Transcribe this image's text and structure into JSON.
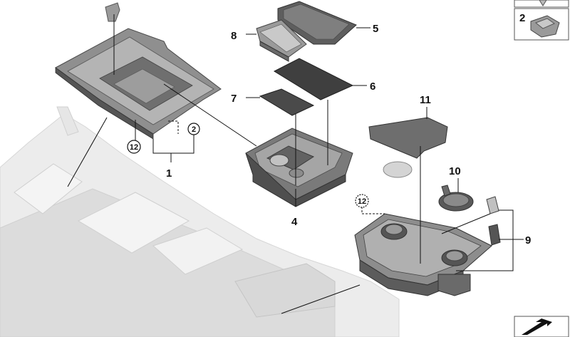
{
  "callouts": {
    "c1": "1",
    "c2_top": "2",
    "c2_left": "2",
    "c4": "4",
    "c5": "5",
    "c6": "6",
    "c7": "7",
    "c8": "8",
    "c9": "9",
    "c10": "10",
    "c11": "11",
    "c12_left": "12",
    "c12_right": "12"
  },
  "colors": {
    "part_dark": "#5e5e5e",
    "part_mid": "#8a8a8a",
    "part_light": "#bdbdbd",
    "console_ghost": "#e2e2e2",
    "line": "#111111"
  },
  "icons": [
    "insert-clip-icon",
    "fastener-icon",
    "nav-arrow-icon"
  ]
}
